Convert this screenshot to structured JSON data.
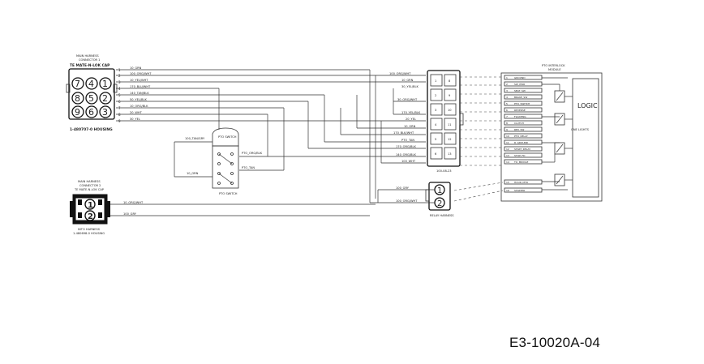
{
  "document": {
    "reference_code": "E3-10020A-04",
    "module_label": "LOGIC",
    "main_connector": {
      "header_lines": [
        "MAIN HARNESS",
        "CONNECTOR 1"
      ],
      "part_label": "TE MATE-N-LOK CAP",
      "housing_label": "1-480707-0 HOUSING",
      "pin_numbers": [
        "7",
        "4",
        "1",
        "8",
        "5",
        "2",
        "9",
        "6",
        "3"
      ]
    },
    "aux_connector": {
      "header_lines": [
        "MAIN HARNESS",
        "CONNECTOR 2",
        "TE MATE-N-LOK CAP"
      ],
      "footer_lines": [
        "INTO HARNESS",
        "1-480698-0 HOUSING"
      ],
      "pin_numbers": [
        "1",
        "2"
      ]
    },
    "switch_label": "PTO SWITCH",
    "lower_connector": {
      "pin_numbers": [
        "1",
        "2"
      ],
      "label": "RELAY HARNESS"
    },
    "relay_block": {
      "label": "100-08-23"
    },
    "logic_module_header": [
      "PTO INTERLOCK",
      "MODULE"
    ],
    "wires_left": [
      {
        "num": "1",
        "code": "10_GRN"
      },
      {
        "num": "2",
        "code": "100_ORG/WHT"
      },
      {
        "num": "3",
        "code": "10_YEL/WHT"
      },
      {
        "num": "4",
        "code": "170_BLU/WHT"
      },
      {
        "num": "5",
        "code": "140_TAN/BLK"
      },
      {
        "num": "6",
        "code": "50_YEL/BLK"
      },
      {
        "num": "7",
        "code": "10_ORG/BLK"
      },
      {
        "num": "8",
        "code": "20_WHT"
      },
      {
        "num": "9",
        "code": "30_YEL"
      }
    ],
    "wires_right": [
      {
        "num": "1",
        "code": "100_ORG/WHT"
      },
      {
        "num": "2",
        "code": "10_GRN"
      },
      {
        "num": "3",
        "code": "30_YEL/BLK"
      },
      {
        "num": "4",
        "code": ""
      },
      {
        "num": "5",
        "code": "30_ORG/WHT"
      },
      {
        "num": "6",
        "code": ""
      },
      {
        "num": "7",
        "code": "170_YEL/BLK"
      },
      {
        "num": "8",
        "code": "20_YEL"
      },
      {
        "num": "9",
        "code": "10_GRN"
      },
      {
        "num": "10",
        "code": "170_BLK/WHT"
      },
      {
        "num": "11",
        "code": "PTO_TAN"
      },
      {
        "num": "12",
        "code": "170_ORG/BLK"
      },
      {
        "num": "13",
        "code": "140_ORG/BLK"
      },
      {
        "num": "14",
        "code": "100_WHT"
      }
    ],
    "switch_wires": [
      {
        "code": "100_TAN/GRY"
      },
      {
        "code": "PTO_ORG/BLK"
      },
      {
        "code": "10_GRN"
      },
      {
        "code": "PTO_TAN"
      }
    ],
    "aux_wires": [
      {
        "code": "10_ORG/WHT"
      },
      {
        "code": "100_GRY"
      }
    ],
    "lower_wires": [
      {
        "code": "100_GRY"
      },
      {
        "code": "100_ORG/WHT"
      }
    ],
    "module_pins": [
      {
        "num": "1",
        "name": "GROUND"
      },
      {
        "num": "2",
        "name": "SW_PWR"
      },
      {
        "num": "3",
        "name": "SEAT_SW"
      },
      {
        "num": "4",
        "name": "BRAKE_SW"
      },
      {
        "num": "5",
        "name": "PTO_SWITCH"
      },
      {
        "num": "6",
        "name": "REVERSE"
      },
      {
        "num": "7",
        "name": "FLOATING"
      },
      {
        "num": "8",
        "name": "CLUTCH"
      },
      {
        "num": "9",
        "name": "REV_SW"
      },
      {
        "num": "10",
        "name": "PTO_RELAY"
      },
      {
        "num": "11",
        "name": "R_GROUND"
      },
      {
        "num": "12",
        "name": "START_RELAY"
      },
      {
        "num": "13",
        "name": "STOP_FD"
      },
      {
        "num": "14",
        "name": "TO_MIDDLE"
      },
      {
        "num": "15",
        "name": "HOUR_MTR"
      },
      {
        "num": "16",
        "name": "STARTER"
      }
    ],
    "module_side_label": "ONE LIGHTS",
    "colors": {
      "ink": "#222222",
      "background": "#ffffff"
    }
  }
}
